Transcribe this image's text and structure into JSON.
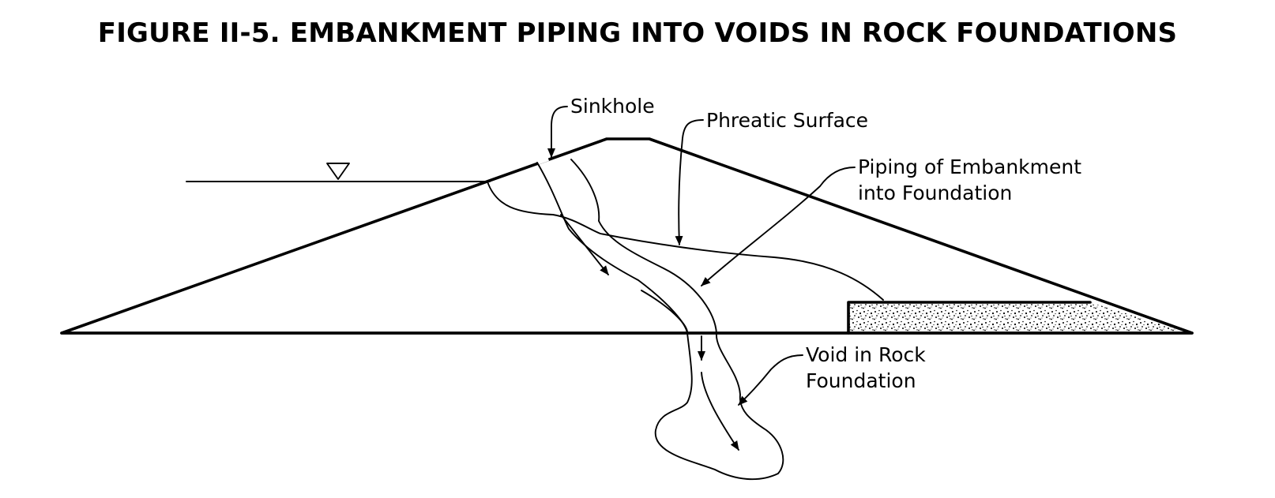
{
  "title": "FIGURE II-5.  EMBANKMENT PIPING INTO VOIDS IN ROCK FOUNDATIONS",
  "labels": {
    "sinkhole": "Sinkhole",
    "phreatic_surface": "Phreatic Surface",
    "piping_line1": "Piping of Embankment",
    "piping_line2": "into Foundation",
    "void_line1": "Void in Rock",
    "void_line2": "Foundation"
  },
  "colors": {
    "ink": "#000000",
    "background": "#ffffff"
  },
  "icons": {
    "water_level": "inverted-triangle-water-level-icon"
  }
}
